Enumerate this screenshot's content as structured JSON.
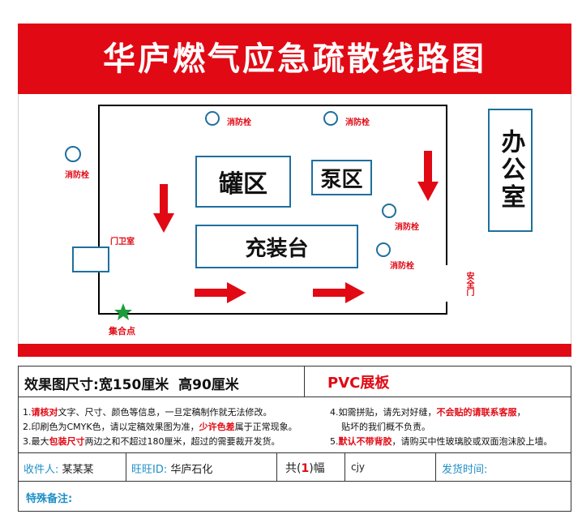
{
  "poster": {
    "title": "华庐燃气应急疏散线路图",
    "zones": {
      "tank": "罐区",
      "pump": "泵区",
      "filling": "充装台",
      "office": "办公室"
    },
    "hydrant_label": "消防栓",
    "guard_label": "门卫室",
    "assembly_label": "集合点",
    "exit_label": "安全门",
    "colors": {
      "red": "#e10914",
      "blue": "#1f6f9e",
      "star": "#1e9b3c"
    }
  },
  "info": {
    "size_label": "效果图尺寸:",
    "size_value": "宽150厘米  高90厘米",
    "material": "PVC展板",
    "notes": {
      "n1_num": "1.",
      "n1_red": "请核对",
      "n1_rest": "文字、尺寸、颜色等信息，一旦定稿制作就无法修改。",
      "n2_pre": "2.印刷色为CMYK色，请以定稿效果图为准，",
      "n2_red": "少许色差",
      "n2_post": "属于正常现象。",
      "n3_pre": "3.最大",
      "n3_red": "包装尺寸",
      "n3_post": "两边之和不超过180厘米，超过的需要裁开发货。",
      "n4_pre": "4.如需拼贴，请先对好缝，",
      "n4_red": "不会贴的请联系客服",
      "n4_post": "，",
      "n4_line2": "贴坏的我们概不负责。",
      "n5_num": "5.",
      "n5_red": "默认不带背胶",
      "n5_post": "，请购买中性玻璃胶或双面泡沫胶上墙。"
    },
    "recipient_label": "收件人:",
    "recipient_value": "某某某",
    "wangwang_label": "旺旺ID:",
    "wangwang_value": "华庐石化",
    "count_pre": "共(",
    "count_value": "1",
    "count_post": ")幅",
    "code": "cjy",
    "ship_time_label": "发货时间:",
    "remarks_label": "特殊备注:"
  }
}
